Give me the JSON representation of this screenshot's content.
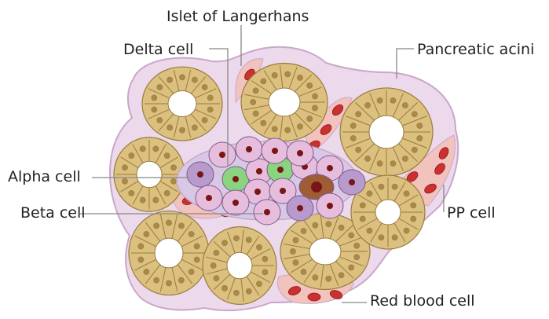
{
  "labels": {
    "islet": "Islet of Langerhans",
    "delta": "Delta cell",
    "acini": "Pancreatic acini",
    "alpha": "Alpha cell",
    "beta": "Beta cell",
    "pp": "PP cell",
    "rbc": "Red blood cell"
  },
  "colors": {
    "tissue_fill": "#ecd9ec",
    "tissue_outline": "#c9a7c9",
    "acinar_cell": "#dcc07f",
    "acinar_outline": "#9a7b3c",
    "acinar_nucleus": "#a98a49",
    "lumen": "#ffffff",
    "vessel": "#f2c2bd",
    "red_blood_cell": "#cc3030",
    "alpha_cell": "#e6bddd",
    "beta_cell": "#b89acd",
    "delta_cell": "#8ad47f",
    "pp_cell": "#9e5d35",
    "islet_bg": "#d8c8e6",
    "nucleus": "#7a1515",
    "leader_line": "#888888"
  }
}
